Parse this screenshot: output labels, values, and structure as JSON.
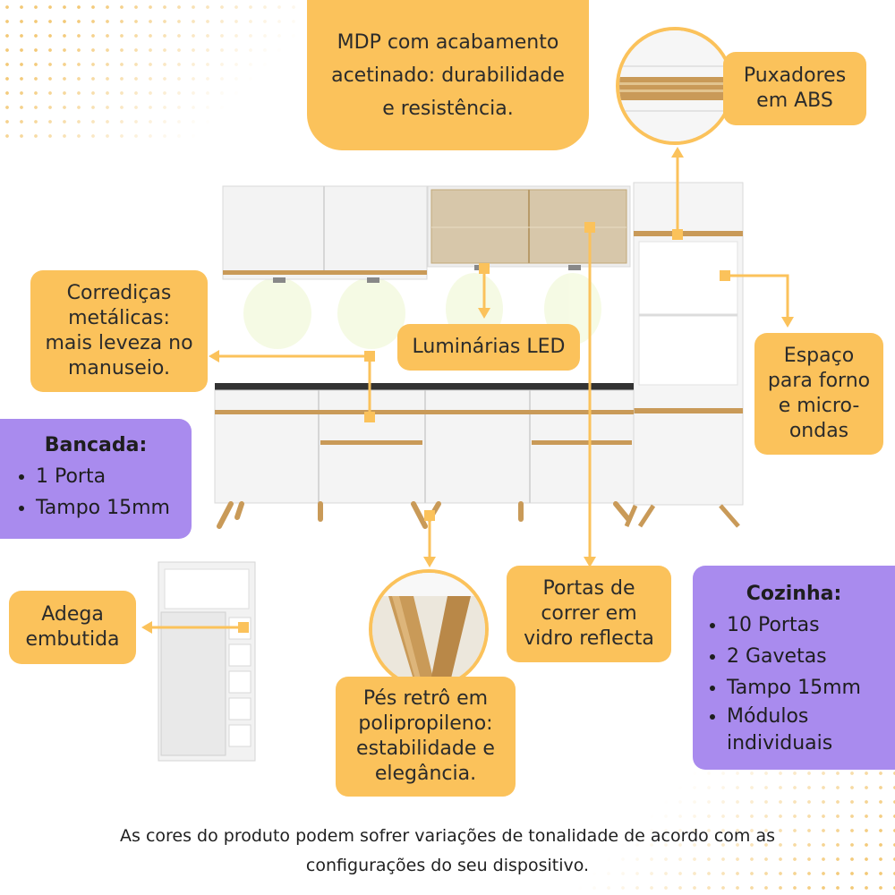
{
  "callouts": {
    "mdp": [
      "MDP com acabamento",
      "acetinado: durabilidade",
      "e resistência."
    ],
    "puxadores": [
      "Puxadores",
      "em ABS"
    ],
    "corredicas": [
      "Corrediças",
      "metálicas:",
      "mais leveza no",
      "manuseio."
    ],
    "luminarias": [
      "Luminárias LED"
    ],
    "espaco": [
      "Espaço",
      "para forno",
      "e micro-",
      "ondas"
    ],
    "adega": [
      "Adega",
      "embutida"
    ],
    "portas": [
      "Portas de",
      "correr em",
      "vidro reflecta"
    ],
    "pes": [
      "Pés retrô em",
      "polipropileno:",
      "estabilidade e",
      "elegância."
    ]
  },
  "bancada": {
    "title": "Bancada:",
    "items": [
      "1 Porta",
      "Tampo 15mm"
    ]
  },
  "cozinha": {
    "title": "Cozinha:",
    "items": [
      "10 Portas",
      "2 Gavetas",
      "Tampo 15mm",
      "Módulos individuais"
    ]
  },
  "note": [
    "As cores do produto podem sofrer variações de tonalidade de acordo com as",
    "configurações do seu dispositivo."
  ],
  "colors": {
    "callout": "#fbc25b",
    "purple": "#a98bee",
    "wood": "#c99a58",
    "cabinet": "#f4f4f4"
  }
}
